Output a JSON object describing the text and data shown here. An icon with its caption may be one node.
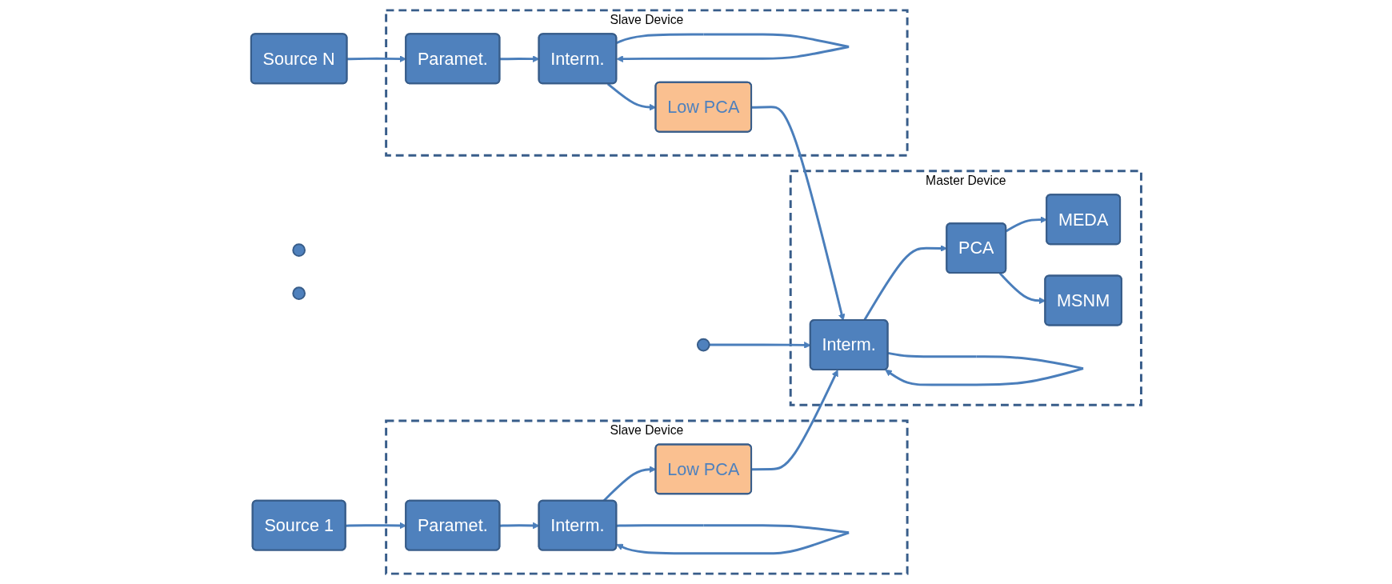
{
  "diagram": {
    "nodes": [
      {
        "text": [
          "Slave Device"
        ]
      },
      {
        "text": [
          "Source 1"
        ]
      },
      {
        "text": [
          "Paramet."
        ],
        "in": 0
      },
      {
        "text": [
          "Interm."
        ],
        "in": 0
      },
      {
        "text": [
          "Low PCA"
        ],
        "in": 0
      },
      {
        "text": [
          "Master Device"
        ]
      },
      {
        "text": [
          "Interm."
        ],
        "in": 5
      },
      {
        "text": [
          "PCA"
        ],
        "in": 5
      },
      {
        "text": [
          "MEDA"
        ],
        "in": 5
      },
      {
        "text": [
          "MSNM"
        ],
        "in": 5
      },
      {
        "text": [],
        "shape": "circle"
      },
      {
        "text": [],
        "shape": "circle"
      },
      {
        "text": [],
        "shape": "circle"
      },
      {
        "text": [
          "Source N"
        ]
      },
      {
        "text": [
          "Slave Device"
        ]
      },
      {
        "text": [
          "Paramet."
        ],
        "in": 14
      },
      {
        "text": [
          "Interm."
        ],
        "in": 14
      },
      {
        "text": [
          "Low PCA"
        ],
        "in": 14
      }
    ],
    "edges": [
      {
        "from": 1,
        "to": 2,
        "arrow": "to"
      },
      {
        "from": 2,
        "to": 3,
        "arrow": "to"
      },
      {
        "from": 3,
        "to": 3,
        "arrow": "to"
      },
      {
        "from": 3,
        "to": 4,
        "arrow": "to"
      },
      {
        "from": 4,
        "to": 6,
        "arrow": "to"
      },
      {
        "from": 12,
        "to": 6,
        "arrow": "to"
      },
      {
        "from": 6,
        "to": 6,
        "arrow": "to"
      },
      {
        "from": 6,
        "to": 7,
        "arrow": "to"
      },
      {
        "from": 7,
        "to": 8,
        "arrow": "to"
      },
      {
        "from": 7,
        "to": 9,
        "arrow": "to"
      },
      {
        "from": 13,
        "to": 15,
        "arrow": "to"
      },
      {
        "from": 15,
        "to": 16,
        "arrow": "to"
      },
      {
        "from": 16,
        "to": 16,
        "arrow": "to"
      },
      {
        "from": 16,
        "to": 17,
        "arrow": "to"
      },
      {
        "from": 17,
        "to": 6,
        "arrow": "to"
      }
    ]
  }
}
